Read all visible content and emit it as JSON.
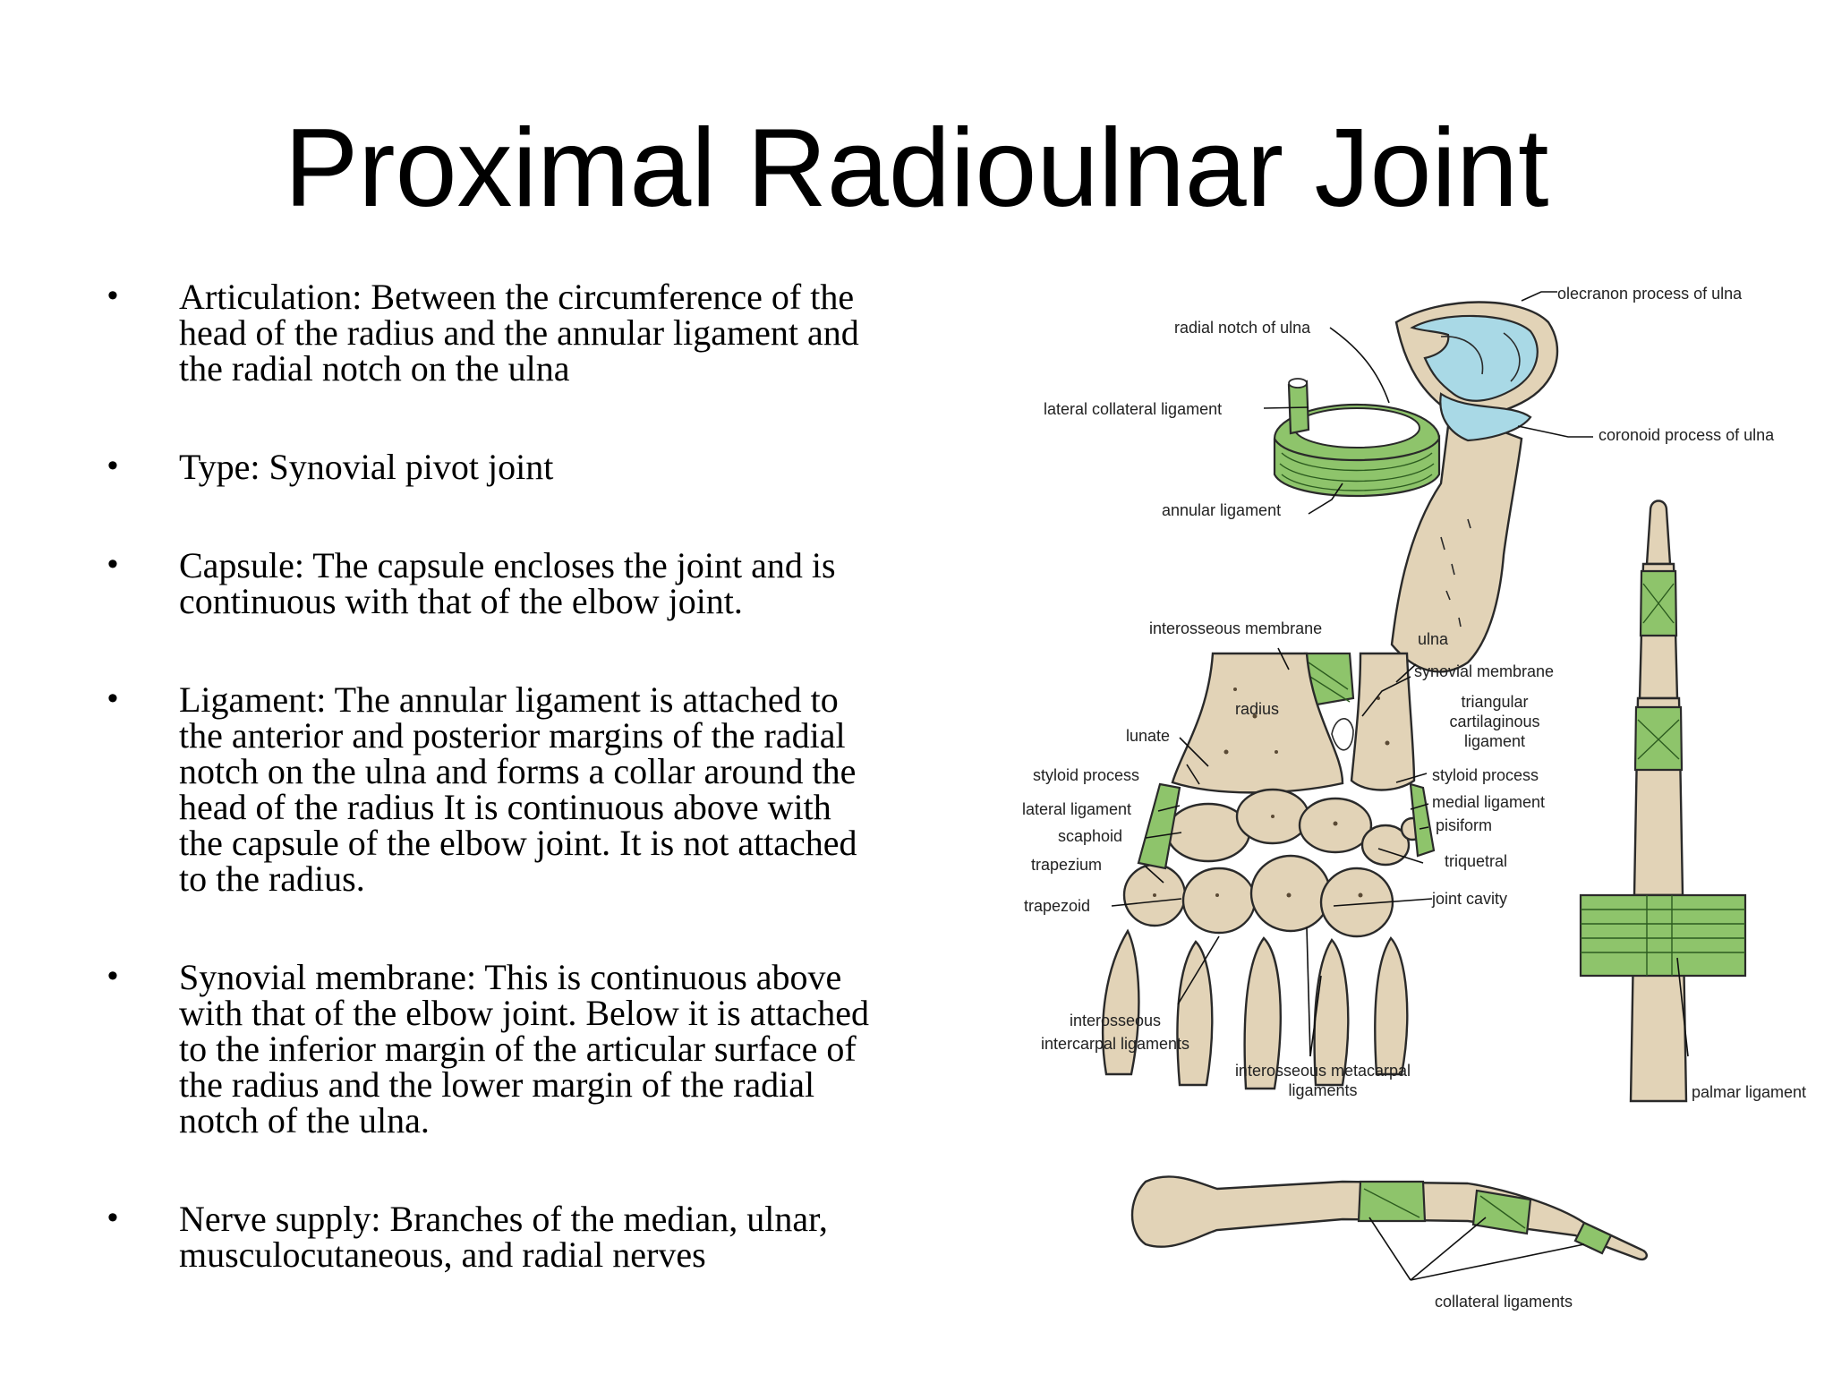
{
  "title": "Proximal Radioulnar Joint",
  "bullet_symbol": "•",
  "bullets": [
    {
      "lines": [
        "Articulation: Between the circumference of the",
        "head of the radius and the annular ligament and",
        "the radial notch on the ulna"
      ]
    },
    {
      "lines": [
        "Type: Synovial pivot joint"
      ]
    },
    {
      "lines": [
        "Capsule: The capsule encloses the joint and is",
        "continuous with that of the elbow joint."
      ]
    },
    {
      "lines": [
        "Ligament: The annular ligament is attached to",
        "the anterior and posterior margins of the radial",
        "notch on the ulna and forms a collar around the",
        "head of the radius It is continuous above with",
        "the capsule of the elbow joint. It is not attached",
        "to the radius."
      ]
    },
    {
      "lines": [
        "Synovial membrane: This is continuous above",
        "with that of the elbow joint. Below it is attached",
        "to the inferior margin of the articular surface of",
        "the radius and the lower margin of the radial",
        "notch of the ulna."
      ]
    },
    {
      "lines": [
        "Nerve supply: Branches of the median, ulnar,",
        "musculocutaneous, and radial nerves"
      ]
    }
  ],
  "figure": {
    "elbow_labels": {
      "olecranon": "olecranon process of ulna",
      "radial_notch": "radial notch of ulna",
      "lateral_collateral": "lateral collateral ligament",
      "coronoid": "coronoid process of ulna",
      "annular": "annular ligament"
    },
    "wrist_labels": {
      "interosseous_membrane": "interosseous membrane",
      "ulna": "ulna",
      "synovial_membrane": "synovial membrane",
      "radius": "radius",
      "tfc_1": "triangular",
      "tfc_2": "cartilaginous",
      "tfc_3": "ligament",
      "lunate": "lunate",
      "styloid_left": "styloid process",
      "styloid_right": "styloid process",
      "lateral_ligament": "lateral ligament",
      "medial_ligament": "medial ligament",
      "scaphoid": "scaphoid",
      "pisiform": "pisiform",
      "trapezium": "trapezium",
      "triquetral": "triquetral",
      "trapezoid": "trapezoid",
      "joint_cavity": "joint cavity",
      "interosseous_intercarpal_1": "interosseous",
      "interosseous_intercarpal_2": "intercarpal ligaments",
      "interosseous_metacarpal_1": "interosseous metacarpal",
      "interosseous_metacarpal_2": "ligaments"
    },
    "finger_labels": {
      "palmar": "palmar ligament",
      "collateral": "collateral ligaments"
    },
    "colors": {
      "bone": "#e2d3b7",
      "ligament": "#8ec46b",
      "cartilage": "#a9d9e6"
    }
  }
}
